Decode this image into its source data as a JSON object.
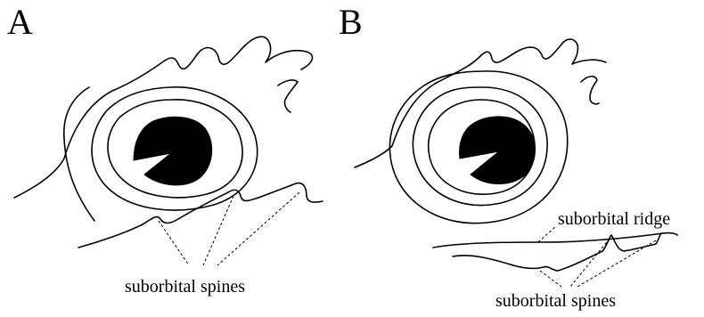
{
  "panels": [
    {
      "letter": "A",
      "labels": {
        "spines": "suborbital spines"
      }
    },
    {
      "letter": "B",
      "labels": {
        "ridge": "suborbital ridge",
        "spines": "suborbital spines"
      }
    }
  ],
  "colors": {
    "line": "#000000",
    "background": "#ffffff"
  }
}
